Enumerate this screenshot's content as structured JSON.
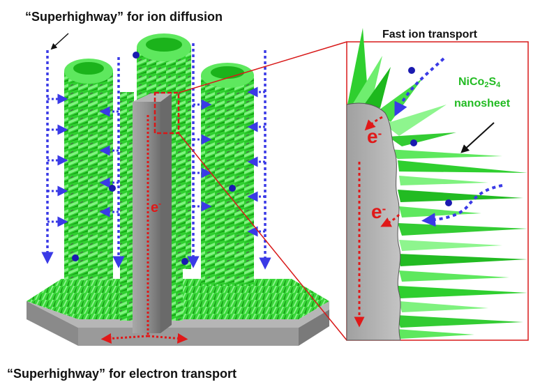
{
  "labels": {
    "ion_superhighway": "“Superhighway” for ion diffusion",
    "electron_superhighway": "“Superhighway” for electron transport",
    "fast_ion_transport": "Fast ion transport",
    "material_main": "NiCo",
    "material_sub1": "2",
    "material_mid": "S",
    "material_sub2": "4",
    "nanosheet": "nanosheet",
    "electron": "e",
    "electron_charge": "-"
  },
  "colors": {
    "nanosheet_green": "#33dd33",
    "substrate_gray": "#8c8c8c",
    "ion_arrow_blue": "#3a3ae6",
    "electron_red": "#e01818",
    "label_green": "#22bb22",
    "zoom_line_red": "#d81818",
    "ion_dot": "#1a1ab0"
  }
}
